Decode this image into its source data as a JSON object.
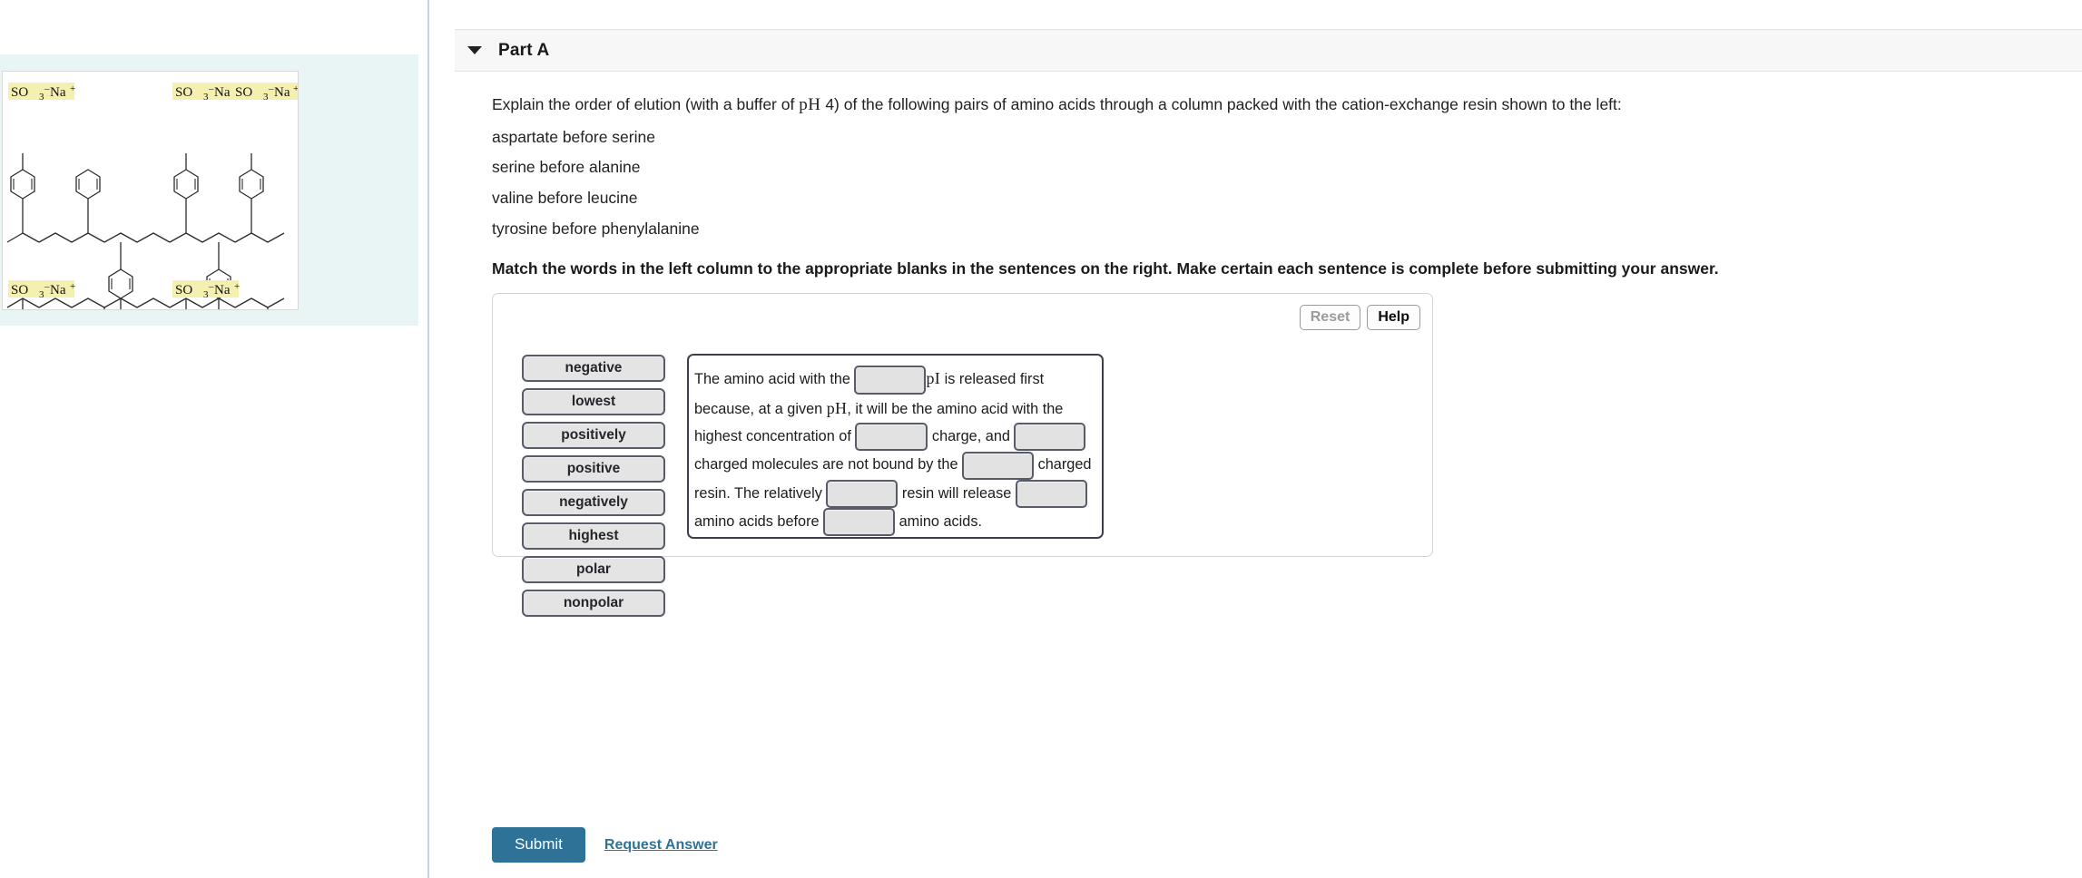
{
  "part": {
    "title": "Part A",
    "disclosure_icon": "triangle-down-icon"
  },
  "question": {
    "prompt_pre": "Explain the order of elution (with a buffer of ",
    "prompt_ph": "pH",
    "prompt_post": " 4) of the following pairs of amino acids through a column packed with the cation-exchange resin shown to the left:",
    "pairs": [
      "aspartate before serine",
      "serine before alanine",
      "valine before leucine",
      "tyrosine before phenylalanine"
    ],
    "match_instruction": "Match the words in the left column to the appropriate blanks in the sentences on the right. Make certain each sentence is complete before submitting your answer."
  },
  "toolbar": {
    "reset_label": "Reset",
    "help_label": "Help"
  },
  "wordbank": {
    "items": [
      {
        "label": "negative"
      },
      {
        "label": "lowest"
      },
      {
        "label": "positively"
      },
      {
        "label": "positive"
      },
      {
        "label": "negatively"
      },
      {
        "label": "highest"
      },
      {
        "label": "polar"
      },
      {
        "label": "nonpolar"
      }
    ]
  },
  "sentence": {
    "s1": "The amino acid with the ",
    "pI": "pI",
    "s2": " is released first because, at a given ",
    "pH": "pH",
    "s3": ", it will be the amino acid with the highest concentration of ",
    "s4": " charge, and ",
    "s5": " charged molecules are not bound by the ",
    "s6": " charged resin. The relatively ",
    "s7": " resin will release ",
    "s8": " amino acids before ",
    "s9": " amino acids.",
    "blank_values": [
      "",
      "",
      "",
      "",
      "",
      "",
      ""
    ]
  },
  "actions": {
    "submit_label": "Submit",
    "request_answer_label": "Request Answer"
  },
  "figure": {
    "label": "cation-exchange-resin-structure",
    "sulfonate_labels": [
      "SO3-Na+",
      "SO3-Na+",
      "SO3-Na+",
      "SO3-Na+",
      "SO3-Na+"
    ],
    "highlight_color": "#f5efb0",
    "panel_color": "#e9f5f5"
  },
  "colors": {
    "accent": "#2e7397",
    "chip_fill": "#e4e4e4",
    "chip_border": "#585c68",
    "header_bg": "#f7f7f7"
  }
}
